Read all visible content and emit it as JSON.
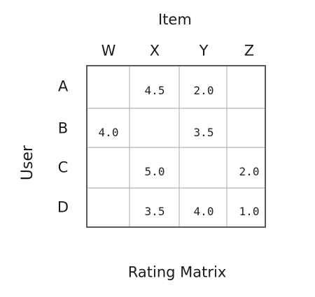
{
  "column_axis_title": "Item",
  "row_axis_title": "User",
  "columns": [
    "W",
    "X",
    "Y",
    "Z"
  ],
  "rows": [
    "A",
    "B",
    "C",
    "D"
  ],
  "cells": [
    [
      "",
      "4.5",
      "2.0",
      ""
    ],
    [
      "4.0",
      "",
      "3.5",
      ""
    ],
    [
      "",
      "5.0",
      "",
      "2.0"
    ],
    [
      "",
      "3.5",
      "4.0",
      "1.0"
    ]
  ],
  "caption": "Rating Matrix",
  "colors": {
    "grid_line": "#b8b8b8",
    "border": "#5a5a5a",
    "text": "#1a1a1a"
  }
}
